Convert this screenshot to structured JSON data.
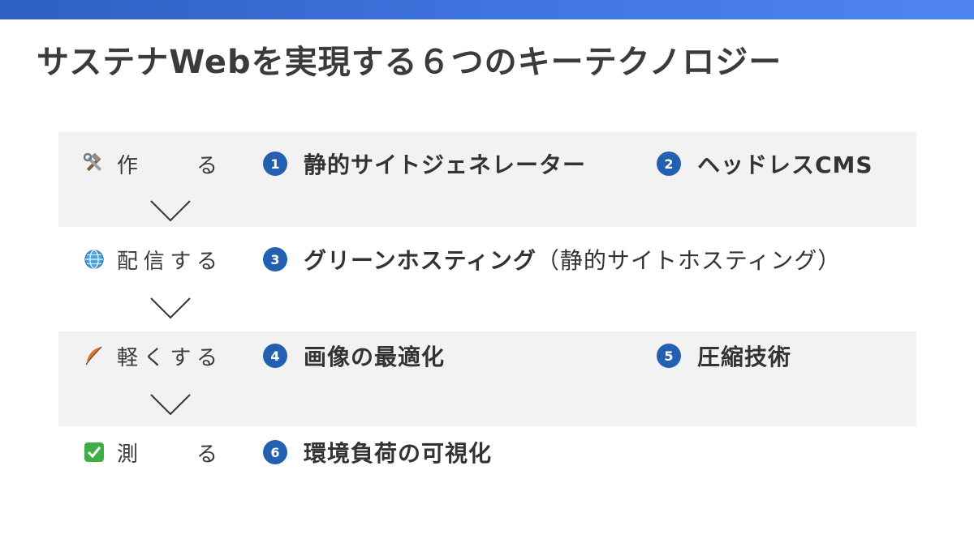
{
  "title": "サステナWebを実現する６つのキーテクノロジー",
  "stages": [
    {
      "icon": "hammer-wrench-icon",
      "label": "作　る"
    },
    {
      "icon": "globe-icon",
      "label": "配信する"
    },
    {
      "icon": "feather-icon",
      "label": "軽くする"
    },
    {
      "icon": "check-box-icon",
      "label": "測　る"
    }
  ],
  "technologies": [
    {
      "number": "1",
      "label": "静的サイトジェネレーター"
    },
    {
      "number": "2",
      "label": "ヘッドレスCMS"
    },
    {
      "number": "3",
      "label": "グリーンホスティング",
      "note": "（静的サイトホスティング）"
    },
    {
      "number": "4",
      "label": "画像の最適化"
    },
    {
      "number": "5",
      "label": "圧縮技術"
    },
    {
      "number": "6",
      "label": "環境負荷の可視化"
    }
  ],
  "colors": {
    "accent_bar": "#3f73dd",
    "number_badge": "#2360b0",
    "band_bg": "#f2f2f2"
  }
}
